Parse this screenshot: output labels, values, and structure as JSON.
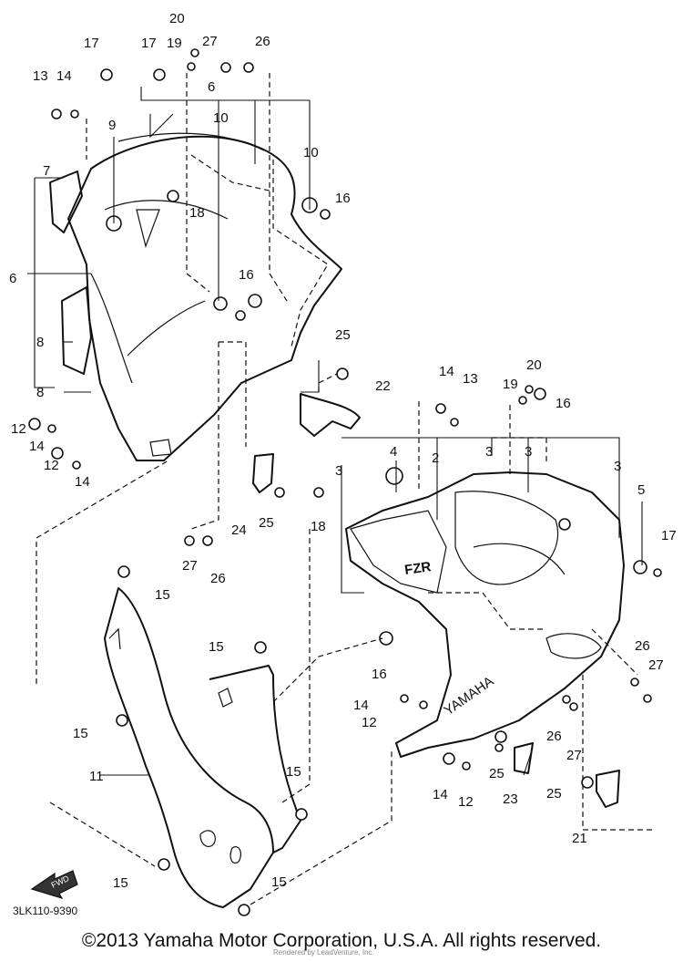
{
  "diagram": {
    "labels": {
      "p20a": "20",
      "p17a": "17",
      "p17b": "17",
      "p19a": "19",
      "p27a": "27",
      "p26a": "26",
      "p13a": "13",
      "p14a": "14",
      "p6a": "6",
      "p9": "9",
      "p10a": "10",
      "p10b": "10",
      "p7": "7",
      "p18a": "18",
      "p16a": "16",
      "p6b": "6",
      "p16b": "16",
      "p8a": "8",
      "p8b": "8",
      "p25a": "25",
      "p22": "22",
      "p12a": "12",
      "p14b": "14",
      "p12b": "12",
      "p14c": "14",
      "p4": "4",
      "p2": "2",
      "p3a": "3",
      "p3b": "3",
      "p3c": "3",
      "p3d": "3",
      "p5": "5",
      "p14d": "14",
      "p13b": "13",
      "p19b": "19",
      "p20b": "20",
      "p16c": "16",
      "p17c": "17",
      "p24": "24",
      "p25b": "25",
      "p18b": "18",
      "p27b": "27",
      "p26b": "26",
      "p15a": "15",
      "p15b": "15",
      "p15c": "15",
      "p15d": "15",
      "p15e": "15",
      "p15f": "15",
      "p11": "11",
      "p16d": "16",
      "p14e": "14",
      "p12c": "12",
      "p14f": "14",
      "p12d": "12",
      "p25c": "25",
      "p23": "23",
      "p25d": "25",
      "p21": "21",
      "p26c": "26",
      "p27c": "27",
      "p26d": "26",
      "p27d": "27"
    },
    "emblem_text": "FZR",
    "brand_text": "YAMAHA",
    "fwd_text": "FWD"
  },
  "footer": {
    "ref_code": "3LK110-9390",
    "copyright": "©2013 Yamaha Motor Corporation, U.S.A. All rights reserved.",
    "watermark": "Rendered by LeadVenture, Inc."
  }
}
